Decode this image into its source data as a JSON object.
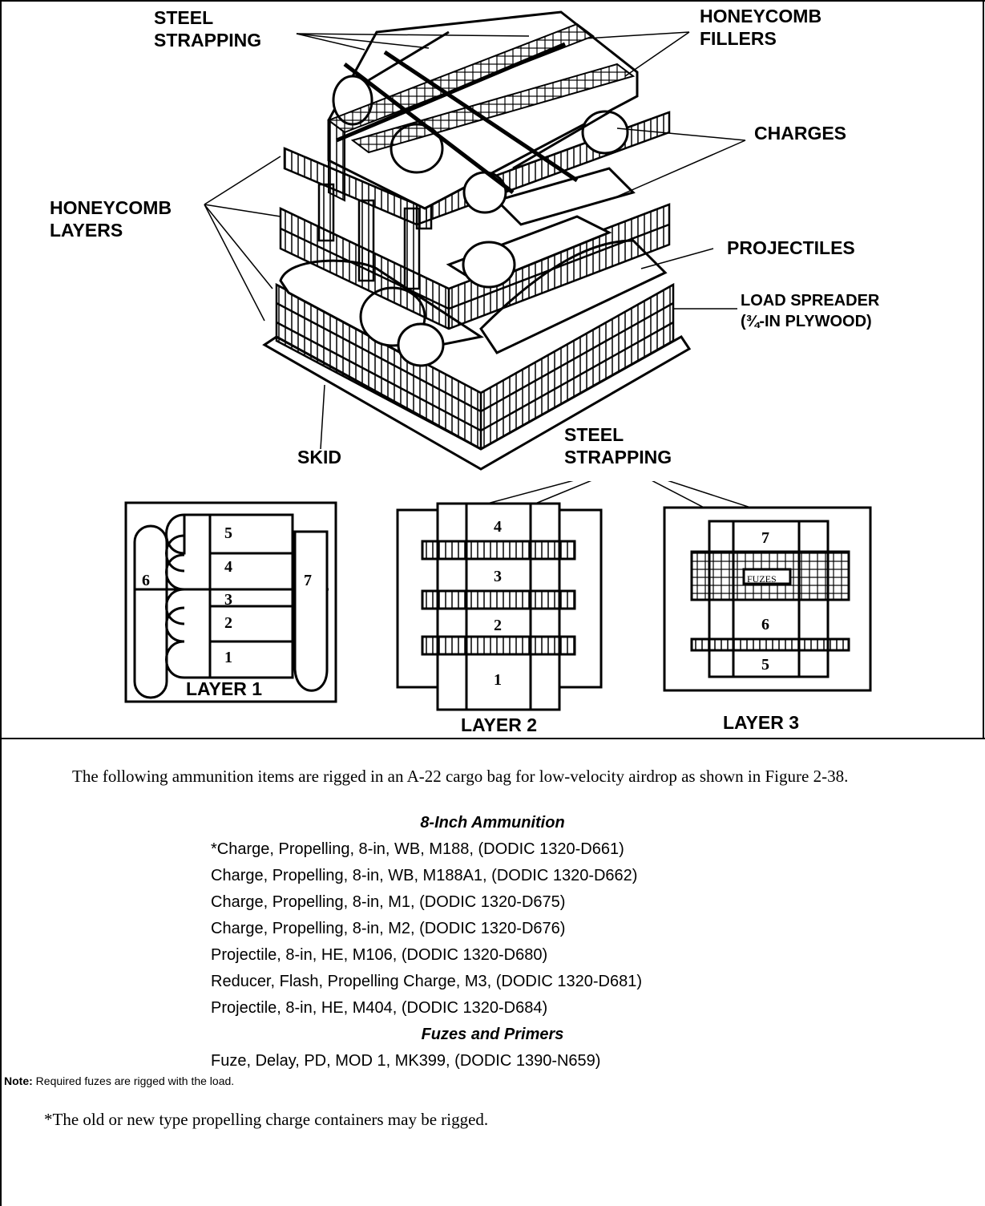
{
  "figure": {
    "callouts": {
      "steel_strapping_top": "STEEL\nSTRAPPING",
      "honeycomb_fillers": "HONEYCOMB\nFILLERS",
      "charges": "CHARGES",
      "honeycomb_layers": "HONEYCOMB\nLAYERS",
      "projectiles": "PROJECTILES",
      "load_spreader": "LOAD SPREADER\n(¾-IN PLYWOOD)",
      "skid": "SKID",
      "steel_strapping_bottom": "STEEL\nSTRAPPING"
    },
    "layer1": {
      "caption": "LAYER 1",
      "numbers": [
        "5",
        "4",
        "3",
        "2",
        "1",
        "6",
        "7"
      ]
    },
    "layer2": {
      "caption": "LAYER 2",
      "numbers": [
        "4",
        "3",
        "2",
        "1"
      ]
    },
    "layer3": {
      "caption": "LAYER 3",
      "numbers": [
        "7",
        "6",
        "5"
      ],
      "fuzes_label": "FUZES"
    }
  },
  "text": {
    "intro": "The following ammunition items are rigged in an A-22 cargo bag for low-velocity airdrop as shown in Figure 2-38.",
    "heading_ammo": "8-Inch Ammunition",
    "ammo_items": [
      "*Charge, Propelling, 8-in, WB, M188, (DODIC 1320-D661)",
      "Charge, Propelling, 8-in, WB, M188A1, (DODIC 1320-D662)",
      "Charge, Propelling, 8-in, M1, (DODIC 1320-D675)",
      "Charge, Propelling, 8-in, M2, (DODIC 1320-D676)",
      "Projectile, 8-in, HE, M106, (DODIC 1320-D680)",
      "Reducer, Flash, Propelling Charge, M3, (DODIC 1320-D681)",
      "Projectile, 8-in, HE, M404, (DODIC 1320-D684)"
    ],
    "heading_fuzes": "Fuzes and Primers",
    "fuze_items": [
      "Fuze, Delay, PD, MOD 1, MK399, (DODIC 1390-N659)"
    ],
    "note_label": "Note:",
    "note_text": "Required fuzes are rigged with the load.",
    "footnote": "*The old or new type propelling charge containers may be rigged."
  }
}
